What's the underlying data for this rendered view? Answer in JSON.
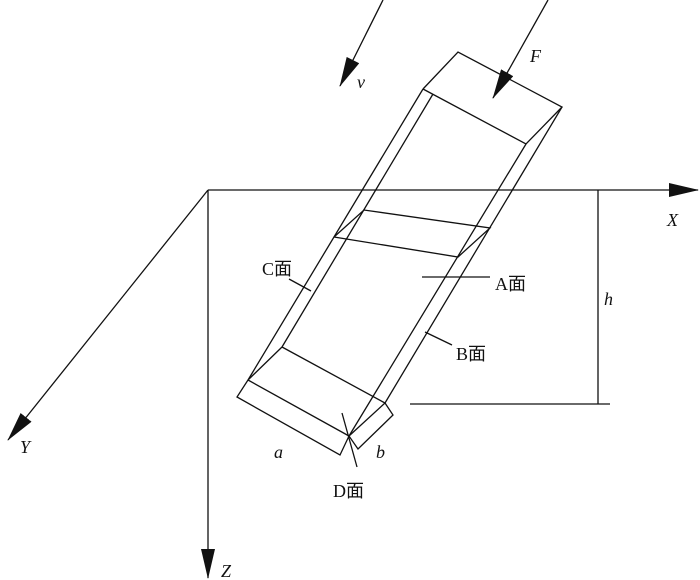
{
  "labels": {
    "force": "F",
    "velocity": "v",
    "x_axis": "X",
    "y_axis": "Y",
    "z_axis": "Z",
    "height": "h",
    "width_a": "a",
    "width_b": "b",
    "face_a": "A面",
    "face_b": "B面",
    "face_c": "C面",
    "face_d": "D面"
  }
}
